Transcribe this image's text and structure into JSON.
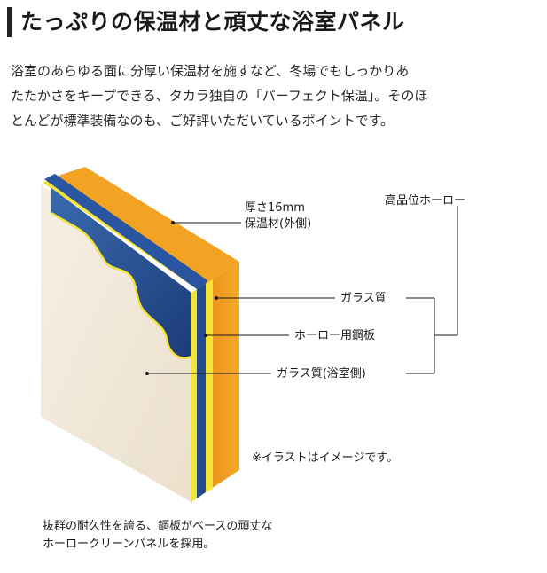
{
  "title": "たっぷりの保温材と頑丈な浴室パネル",
  "intro_lines": [
    "浴室のあらゆる面に分厚い保温材を施すなど、冬場でもしっかりあ",
    "たたかさをキープできる、タカラ独自の「パーフェクト保温」。そのほ",
    "とんどが標準装備なのも、ご好評いただいているポイントです。"
  ],
  "labels": {
    "thickness": "厚さ16mm",
    "insulation": "保温材(外側)",
    "enamel": "高品位ホーロー",
    "glass_outer": "ガラス質",
    "steel": "ホーロー用鋼板",
    "glass_inner": "ガラス質(浴室側)",
    "note": "※イラストはイメージです。"
  },
  "caption_lines": [
    "抜群の耐久性を誇る、鋼板がベースの頑丈な",
    "ホーロークリーンパネルを採用。"
  ],
  "colors": {
    "orange": "#f0a01e",
    "blue": "#244c8c",
    "yellow": "#f3e23a",
    "cream": "#f2e9da"
  }
}
